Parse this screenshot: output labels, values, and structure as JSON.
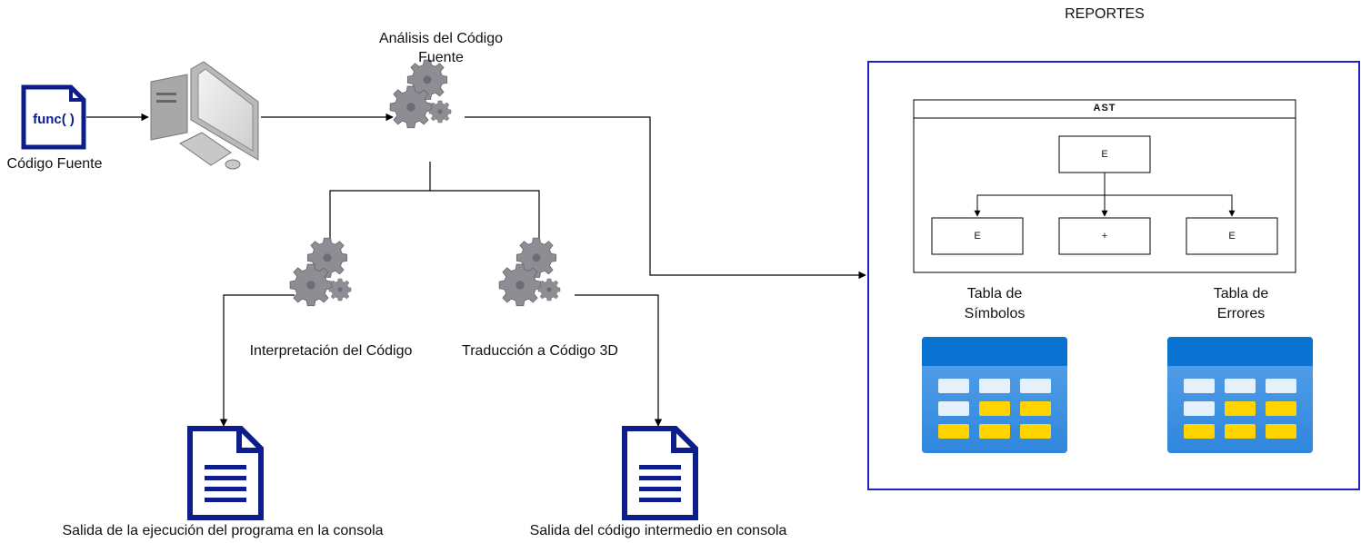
{
  "source": {
    "icon_text": "func( )",
    "label": "Código Fuente"
  },
  "analysis": {
    "label_line1": "Análisis del Código",
    "label_line2": "Fuente"
  },
  "interpretation": {
    "label": "Interpretación del Código"
  },
  "translation": {
    "label": "Traducción a Código 3D"
  },
  "output_exec": {
    "label": "Salida de la ejecución del programa en la consola"
  },
  "output_intermediate": {
    "label": "Salida del código intermedio en consola"
  },
  "reports": {
    "title": "REPORTES",
    "ast": {
      "title": "AST",
      "root": "E",
      "left": "E",
      "middle": "+",
      "right": "E"
    },
    "symbols_table": {
      "line1": "Tabla de",
      "line2": "Símbolos"
    },
    "errors_table": {
      "line1": "Tabla de",
      "line2": "Errores"
    }
  },
  "colors": {
    "doc_blue": "#0d1e8c",
    "reports_border": "#2121c9",
    "table_header": "#0a72d0",
    "table_body_top": "#5aa4ec",
    "table_body_bottom": "#2f86db",
    "cell_light": "#e6f0fb",
    "cell_yellow": "#ffd400",
    "gear": "#8d8d93"
  },
  "icons": [
    "code-file-icon",
    "computer-icon",
    "gears-icon",
    "document-icon",
    "table-icon"
  ]
}
